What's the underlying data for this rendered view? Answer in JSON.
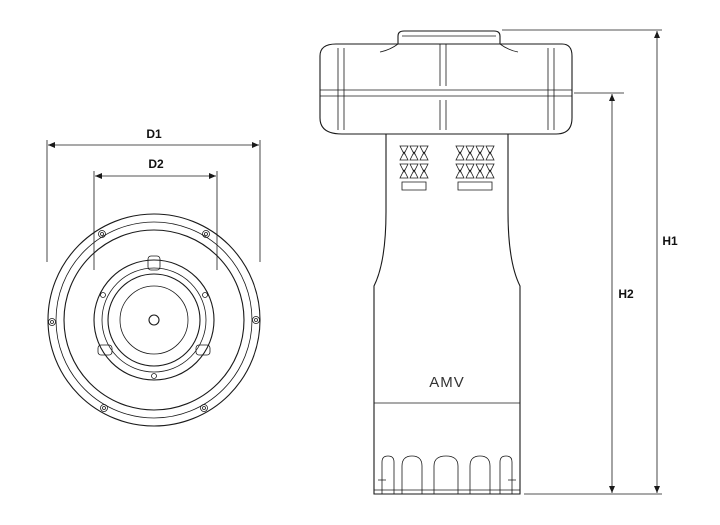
{
  "dimensions": {
    "d1": "D1",
    "d2": "D2",
    "h1": "H1",
    "h2": "H2"
  },
  "brand": "AMV"
}
